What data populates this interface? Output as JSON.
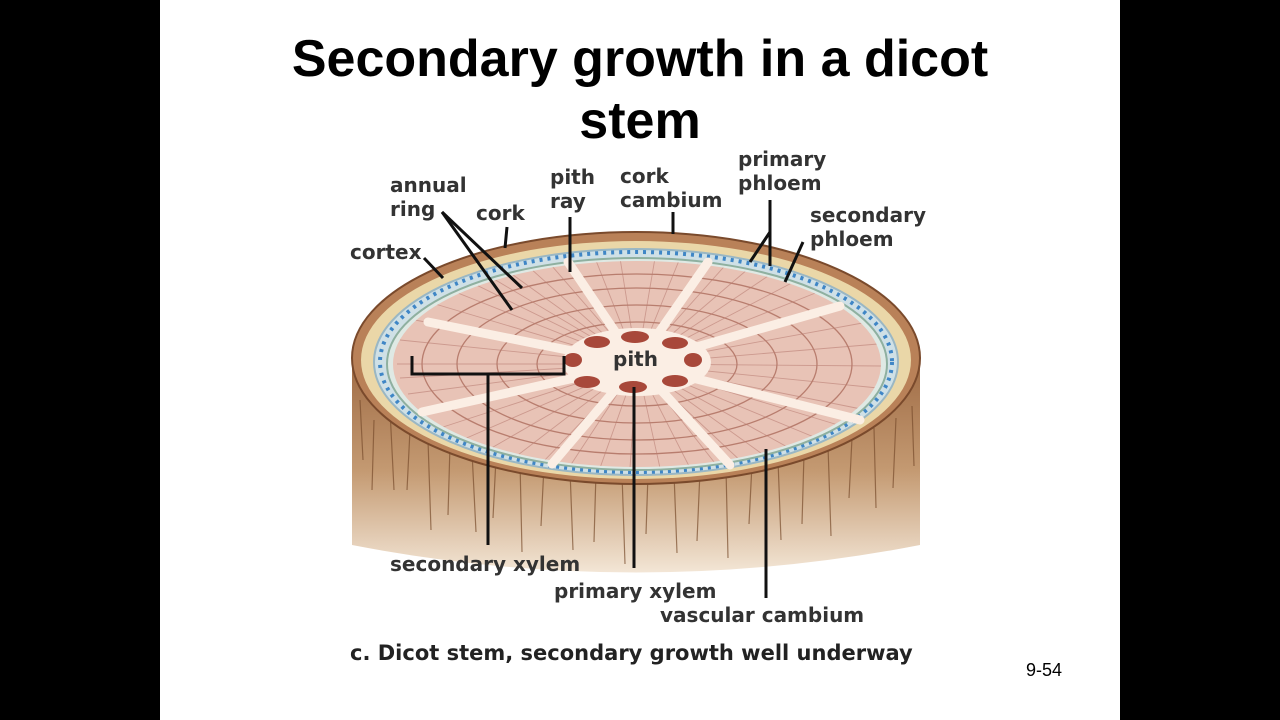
{
  "title": {
    "line1": "Secondary growth in a dicot",
    "line2": "stem"
  },
  "slide_number": "9-54",
  "labels": {
    "annual_ring": [
      "annual",
      "ring"
    ],
    "cork": "cork",
    "pith_ray": [
      "pith",
      "ray"
    ],
    "cork_cambium": [
      "cork",
      "cambium"
    ],
    "primary_phloem": [
      "primary",
      "phloem"
    ],
    "secondary_phloem": [
      "secondary",
      "phloem"
    ],
    "cortex": "cortex",
    "pith": "pith",
    "secondary_xylem": "secondary xylem",
    "primary_xylem": "primary xylem",
    "vascular_cambium": "vascular cambium"
  },
  "caption": "c. Dicot stem, secondary growth well underway",
  "colors": {
    "bark": "#b07a50",
    "cortex": "#ead7a8",
    "phloem": "#a8c4d4",
    "phloem_dots": "#3f86c6",
    "xylem": "#e8c3b6",
    "pith": "#fbeee4",
    "pith_spots": "#a8483a"
  }
}
